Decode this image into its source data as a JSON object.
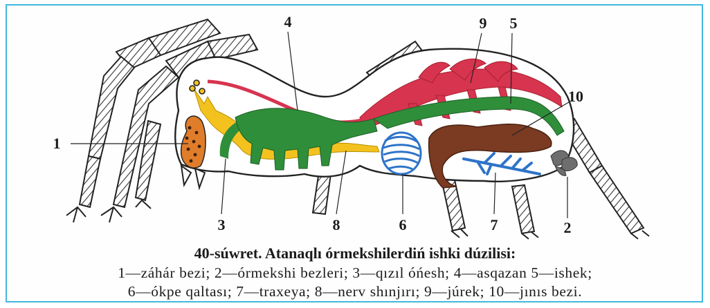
{
  "figure": {
    "labels": [
      {
        "id": "1",
        "text": "1"
      },
      {
        "id": "2",
        "text": "2"
      },
      {
        "id": "3",
        "text": "3"
      },
      {
        "id": "4",
        "text": "4"
      },
      {
        "id": "5",
        "text": "5"
      },
      {
        "id": "6",
        "text": "6"
      },
      {
        "id": "7",
        "text": "7"
      },
      {
        "id": "8",
        "text": "8"
      },
      {
        "id": "9",
        "text": "9"
      },
      {
        "id": "10",
        "text": "10"
      }
    ],
    "colors": {
      "frame": "#41b7e0",
      "venom_gland": "#e07d2a",
      "silk_glands": "#6e6e6e",
      "nerve_chain": "#f4c21f",
      "stomach": "#2f8e3a",
      "intestine": "#2f8e3a",
      "lung": "#2e73c9",
      "trachea": "#2e73c9",
      "heart": "#d7344f",
      "gonad": "#7a3b22"
    }
  },
  "caption": {
    "title": "40-súwret. Atanaqlı órmekshilerdiń ishki dúzilisi:",
    "line1": "1—záhár bezi; 2—órmekshi bezleri; 3—qızıl óńesh; 4—asqazan 5—ishek;",
    "line2": "6—ókpe qaltası; 7—traxeya; 8—nerv shınjırı; 9—júrek; 10—jınıs bezi."
  }
}
